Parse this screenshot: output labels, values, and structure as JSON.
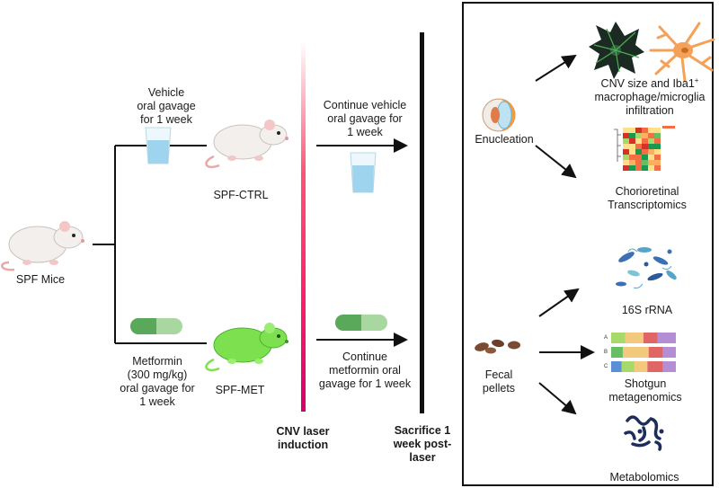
{
  "colors": {
    "gradient_top": "#ffffff",
    "gradient_mid": "#ff3366",
    "gradient_bottom": "#d4006a",
    "mouse_white": "#f2efed",
    "mouse_green": "#7de04f",
    "pill_green": "#5aa85a",
    "water_blue": "#9fd4ee",
    "retina_dark": "#1b2a22",
    "microglia_orange": "#f4a15a",
    "bacteria_blue": "#3b6fb6",
    "metabolite_navy": "#1e2e5c",
    "pellet_brown": "#7a4a32"
  },
  "start": {
    "label": "SPF Mice"
  },
  "vehicle": {
    "treatment_lines": [
      "Vehicle",
      "oral gavage",
      "for 1 week"
    ],
    "group_label": "SPF-CTRL",
    "continue_lines": [
      "Continue vehicle",
      "oral gavage for",
      "1 week"
    ]
  },
  "metformin": {
    "treatment_lines": [
      "Metformin",
      "(300 mg/kg)",
      "oral gavage for",
      "1 week"
    ],
    "group_label": "SPF-MET",
    "continue_lines": [
      "Continue",
      "metformin oral",
      "gavage for 1 week"
    ]
  },
  "laser": {
    "label_lines": [
      "CNV laser",
      "induction"
    ]
  },
  "sacrifice": {
    "label_lines": [
      "Sacrifice 1",
      "week post-",
      "laser"
    ]
  },
  "eye_branch": {
    "label": "Enucleation",
    "outcome_a_line1": "CNV size and Iba1",
    "outcome_a_sup": "+",
    "outcome_a_lines": [
      "macrophage/microglia",
      "infiltration"
    ],
    "outcome_b_lines": [
      "Chorioretinal",
      "Transcriptomics"
    ]
  },
  "fecal_branch": {
    "label_lines": [
      "Fecal",
      "pellets"
    ],
    "outcome_16s": "16S rRNA",
    "outcome_shotgun_lines": [
      "Shotgun",
      "metagenomics"
    ],
    "outcome_metab": "Metabolomics",
    "shotgun_rows": [
      "A",
      "B",
      "C"
    ]
  }
}
